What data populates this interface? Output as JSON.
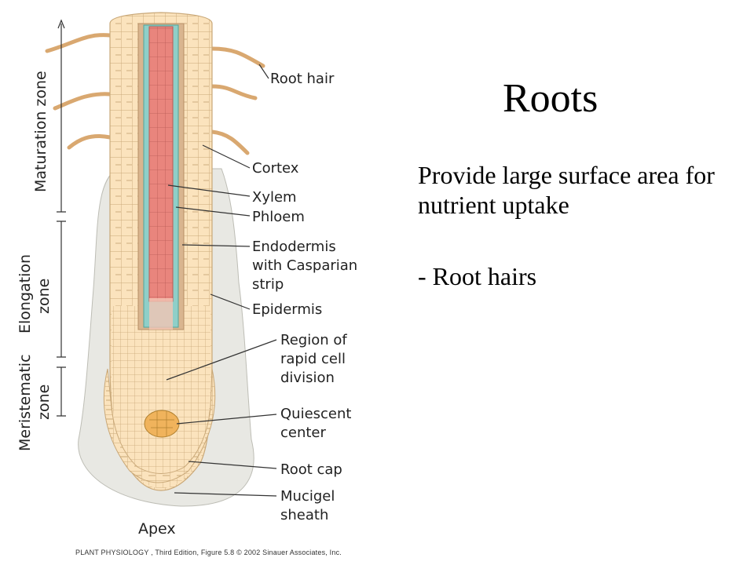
{
  "slide": {
    "title": "Roots",
    "body": "Provide large surface area for nutrient uptake",
    "bullet": "- Root hairs"
  },
  "figure": {
    "labels": {
      "root_hair": "Root hair",
      "cortex": "Cortex",
      "xylem": "Xylem",
      "phloem": "Phloem",
      "endodermis": [
        "Endodermis",
        "with Casparian",
        "strip"
      ],
      "epidermis": "Epidermis",
      "rapid_division": [
        "Region of",
        "rapid cell",
        "division"
      ],
      "quiescent": [
        "Quiescent",
        "center"
      ],
      "root_cap": "Root cap",
      "mucigel": [
        "Mucigel",
        "sheath"
      ],
      "apex": "Apex"
    },
    "zones": {
      "maturation": "Maturation zone",
      "elongation": [
        "Elongation",
        "zone"
      ],
      "meristematic": [
        "Meristematic",
        "zone"
      ]
    },
    "credit": "PLANT PHYSIOLOGY , Third Edition, Figure 5.8  © 2002 Sinauer Associates, Inc.",
    "colors": {
      "cortex": "#fbe3bd",
      "cortex_stroke": "#c9a878",
      "xylem": "#e9857d",
      "phloem_band": "#8fcfc8",
      "endodermis": "#d9b58f",
      "mucigel": "#e8e8e3",
      "quiescent": "#f0b35c"
    }
  }
}
